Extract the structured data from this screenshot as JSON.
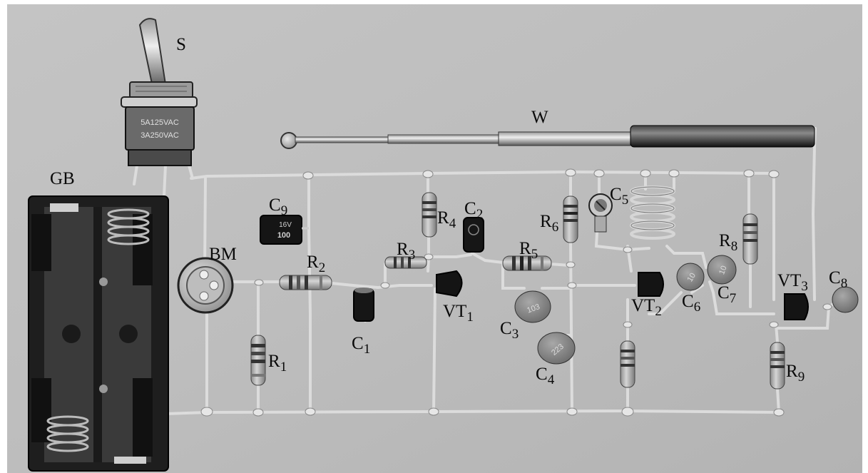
{
  "labels": {
    "S": "S",
    "W": "W",
    "GB": "GB",
    "BM": "BM",
    "C9": {
      "main": "C",
      "sub": "9"
    },
    "R2": {
      "main": "R",
      "sub": "2"
    },
    "R1": {
      "main": "R",
      "sub": "1"
    },
    "C1": {
      "main": "C",
      "sub": "1"
    },
    "R3": {
      "main": "R",
      "sub": "3"
    },
    "R4": {
      "main": "R",
      "sub": "4"
    },
    "C2": {
      "main": "C",
      "sub": "2"
    },
    "VT1": {
      "main": "VT",
      "sub": "1"
    },
    "R5": {
      "main": "R",
      "sub": "5"
    },
    "C3": {
      "main": "C",
      "sub": "3"
    },
    "C4": {
      "main": "C",
      "sub": "4"
    },
    "R6": {
      "main": "R",
      "sub": "6"
    },
    "C5": {
      "main": "C",
      "sub": "5"
    },
    "R8": {
      "main": "R",
      "sub": "8"
    },
    "VT2": {
      "main": "VT",
      "sub": "2"
    },
    "C6": {
      "main": "C",
      "sub": "6"
    },
    "C7": {
      "main": "C",
      "sub": "7"
    },
    "VT3": {
      "main": "VT",
      "sub": "3"
    },
    "C8": {
      "main": "C",
      "sub": "8"
    },
    "R9": {
      "main": "R",
      "sub": "9"
    }
  },
  "component_markings": {
    "switch_line1": "5A125VAC",
    "switch_line2": "3A250VAC",
    "c9_line1": "16V",
    "c9_line2": "100",
    "c3_code": "103",
    "c4_code": "223",
    "c6_code": "10",
    "c7_code": "10"
  },
  "colors": {
    "background": "#bdbdbd",
    "wire": "#d9d9d9",
    "dark_part": "#141414",
    "label": "#0a0a0a"
  }
}
